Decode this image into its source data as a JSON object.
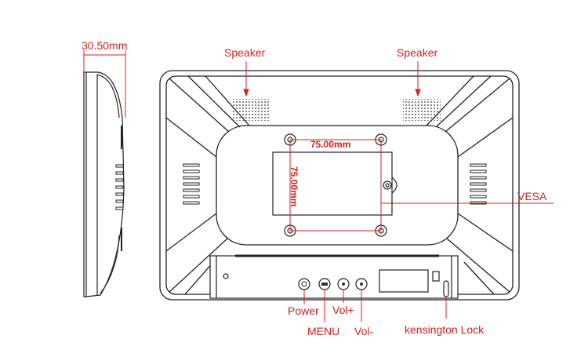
{
  "labels": {
    "side_depth": "30.50mm",
    "speaker_left": "Speaker",
    "speaker_right": "Speaker",
    "vesa_width": "75.00mm",
    "vesa_height": "75.00mm",
    "vesa": "VESA",
    "power": "Power",
    "menu": "MENU",
    "vol_plus": "Vol+",
    "vol_minus": "Vol-",
    "kensington": "kensington Lock"
  },
  "colors": {
    "accent": "#d42020",
    "line": "#222222"
  }
}
